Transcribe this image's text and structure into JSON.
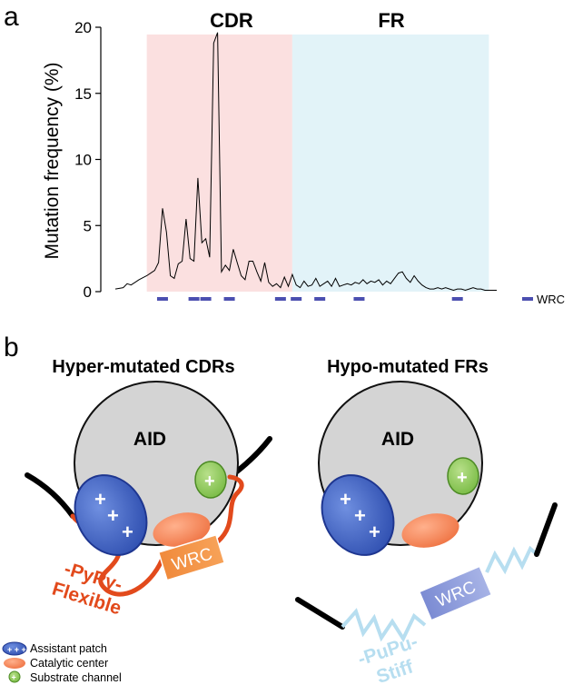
{
  "panel_a": {
    "label": "a",
    "ylabel": "Mutation frequency (%)",
    "region_labels": {
      "cdr": "CDR",
      "fr": "FR"
    },
    "legend_wrc": "WRC"
  },
  "panel_b": {
    "label": "b",
    "left_title": "Hyper-mutated CDRs",
    "right_title": "Hypo-mutated FRs",
    "aid_label": "AID",
    "wrc_label": "WRC",
    "pypy_line1": "-PyPy-",
    "pypy_line2": "Flexible",
    "pupu_line1": "-PuPu-",
    "pupu_line2": "Stiff",
    "legend": [
      {
        "label": "Assistant patch"
      },
      {
        "label": "Catalytic center"
      },
      {
        "label": "Substrate channel"
      }
    ]
  },
  "colors": {
    "cdr_region": "#fbe0e0",
    "fr_region": "#e2f3f8",
    "wrc_marker": "#4b4fb0",
    "assistant_patch": "#3a5fbf",
    "catalytic_center": "#f4845e",
    "substrate_channel": "#8fcc5a",
    "aid_body": "#d4d4d4",
    "flexible_dna": "#e24a1c",
    "stiff_dna": "#b7def0",
    "wrc_box_left": "#f08a3c",
    "wrc_box_right": "#8796d6"
  },
  "chart_data": {
    "type": "line",
    "title": "",
    "xlabel": "",
    "ylabel": "Mutation frequency (%)",
    "ylim": [
      0,
      20
    ],
    "yticks": [
      0,
      5,
      10,
      15,
      20
    ],
    "xlim": [
      0,
      100
    ],
    "regions": [
      {
        "name": "CDR",
        "x": [
          8,
          45
        ]
      },
      {
        "name": "FR",
        "x": [
          45,
          95
        ]
      }
    ],
    "series": [
      {
        "x": [
          0,
          2,
          3,
          4,
          5,
          6,
          8,
          9,
          10,
          11,
          12,
          13,
          14,
          15,
          16,
          17,
          18,
          19,
          20,
          21,
          22,
          23,
          24,
          25,
          26,
          27,
          28,
          29,
          30,
          31,
          32,
          33,
          34,
          35,
          36,
          37,
          38,
          39,
          40,
          41,
          42,
          43,
          44,
          45,
          46,
          47,
          48,
          49,
          50,
          51,
          52,
          53,
          54,
          55,
          56,
          57,
          58,
          59,
          60,
          61,
          62,
          63,
          64,
          65,
          66,
          67,
          68,
          69,
          70,
          71,
          72,
          73,
          74,
          75,
          76,
          77,
          78,
          79,
          80,
          81,
          82,
          83,
          84,
          85,
          86,
          87,
          88,
          89,
          90,
          91,
          92,
          93,
          94,
          95,
          96,
          97
        ],
        "y": [
          0.2,
          0.3,
          0.6,
          0.5,
          0.7,
          0.9,
          1.2,
          1.4,
          1.6,
          2.2,
          6.3,
          4.5,
          1.2,
          1.0,
          2.1,
          2.3,
          5.5,
          2.5,
          2.3,
          8.6,
          3.7,
          4.0,
          2.6,
          18.8,
          19.6,
          1.5,
          2.0,
          1.6,
          3.2,
          2.2,
          1.2,
          0.9,
          2.3,
          2.3,
          1.5,
          0.8,
          2.2,
          0.7,
          0.4,
          0.6,
          0.3,
          1.1,
          0.4,
          1.3,
          0.5,
          0.3,
          0.8,
          0.4,
          0.5,
          1.0,
          0.4,
          0.6,
          0.8,
          0.4,
          1.0,
          0.4,
          0.5,
          0.6,
          0.5,
          0.7,
          0.6,
          0.9,
          0.6,
          0.8,
          0.7,
          0.9,
          0.5,
          0.8,
          0.6,
          1.0,
          1.4,
          1.5,
          1.0,
          0.7,
          1.2,
          0.8,
          0.5,
          0.3,
          0.2,
          0.2,
          0.3,
          0.2,
          0.3,
          0.2,
          0.1,
          0.2,
          0.2,
          0.1,
          0.2,
          0.3,
          0.2,
          0.2,
          0.1,
          0.1,
          0.1,
          0.1
        ]
      }
    ],
    "wrc_markers": [
      12,
      20,
      23,
      29,
      42,
      46,
      52,
      62,
      87
    ]
  }
}
